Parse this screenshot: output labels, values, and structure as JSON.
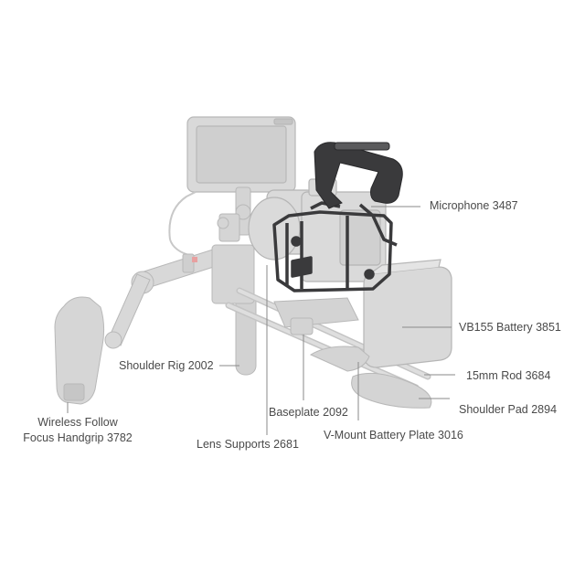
{
  "callouts": {
    "microphone": "Microphone 3487",
    "vb155_battery": "VB155 Battery 3851",
    "rod_15mm": "15mm Rod 3684",
    "shoulder_pad": "Shoulder Pad 2894",
    "shoulder_rig": "Shoulder Rig 2002",
    "baseplate": "Baseplate 2092",
    "vmount_plate": "V-Mount Battery Plate 3016",
    "lens_supports": "Lens Supports 2681",
    "handgrip_line1": "Wireless Follow",
    "handgrip_line2": "Focus Handgrip 3782"
  },
  "colors": {
    "ghost_fill": "#d9d9d9",
    "ghost_stroke": "#b8b8b8",
    "cage_dark": "#3a3a3c",
    "leader_line": "#8a8a8a",
    "label_text": "#4a4a4a"
  }
}
